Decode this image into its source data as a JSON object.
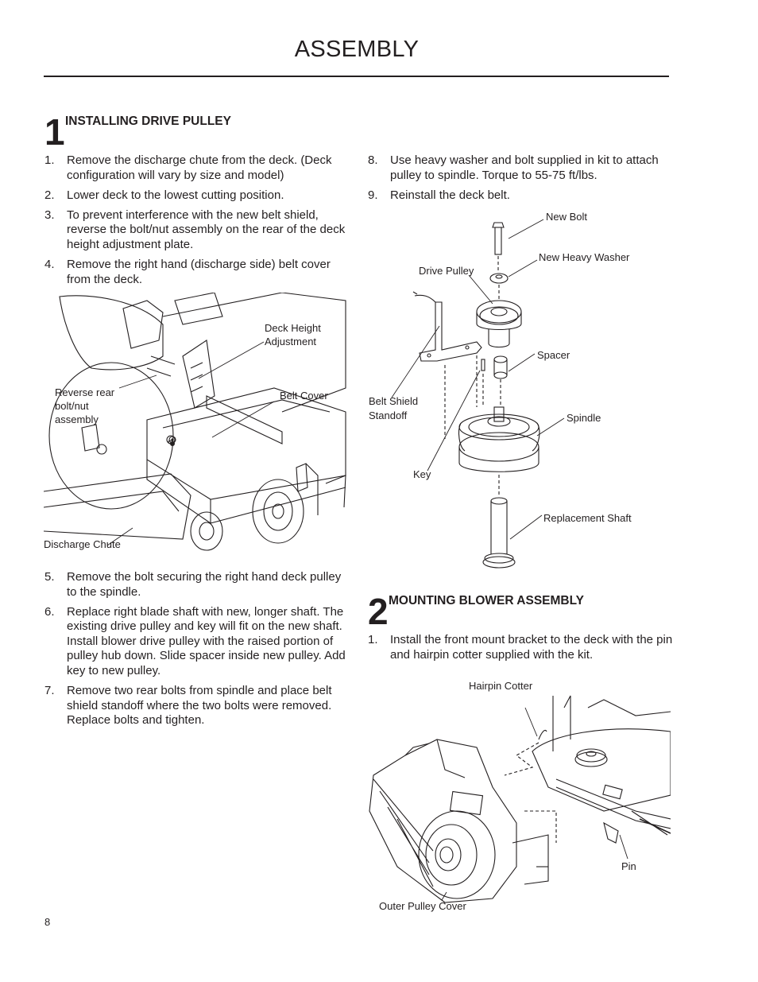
{
  "header": {
    "title": "ASSEMBLY"
  },
  "section1": {
    "number": "1",
    "title": "INSTALLING DRIVE PULLEY",
    "steps_a": [
      {
        "n": "1.",
        "text": "Remove the discharge chute from the deck. (Deck configuration will vary by size and model)"
      },
      {
        "n": "2.",
        "text": "Lower deck to the lowest cutting position."
      },
      {
        "n": "3.",
        "text": "To prevent interference with the new belt shield, reverse the bolt/nut assembly on the rear of the deck height adjustment plate."
      },
      {
        "n": "4.",
        "text": "Remove the right hand (discharge side) belt cover from the deck."
      }
    ],
    "figure1_labels": {
      "deck_height": [
        "Deck Height",
        "Adjustment"
      ],
      "belt_cover": "Belt Cover",
      "reverse_bolt": [
        "Reverse rear",
        "bolt/nut",
        "assembly"
      ],
      "discharge_chute": "Discharge Chute"
    },
    "steps_b": [
      {
        "n": "5.",
        "text": "Remove the bolt securing the right hand deck pulley to the spindle."
      },
      {
        "n": "6.",
        "text": "Replace right blade shaft with new, longer shaft. The existing drive pulley and key will fit on the new shaft. Install blower drive pulley with the raised portion of pulley hub down. Slide spacer inside new pulley. Add key to new pulley."
      },
      {
        "n": "7.",
        "text": "Remove two rear bolts from spindle and place belt shield standoff where the two bolts were removed. Replace bolts and tighten."
      }
    ],
    "steps_c": [
      {
        "n": "8.",
        "text": "Use heavy washer and bolt supplied in kit to attach pulley to spindle. Torque to 55-75 ft/lbs."
      },
      {
        "n": "9.",
        "text": "Reinstall the deck belt."
      }
    ],
    "figure2_labels": {
      "new_bolt": "New Bolt",
      "new_heavy_washer": "New Heavy Washer",
      "drive_pulley": "Drive Pulley",
      "spacer": "Spacer",
      "belt_shield_standoff": [
        "Belt Shield",
        "Standoff"
      ],
      "spindle": "Spindle",
      "key": "Key",
      "replacement_shaft": "Replacement Shaft"
    }
  },
  "section2": {
    "number": "2",
    "title": "MOUNTING BLOWER ASSEMBLY",
    "steps": [
      {
        "n": "1.",
        "text": "Install the front mount bracket to the deck with the pin and hairpin cotter supplied with the kit."
      }
    ],
    "figure3_labels": {
      "hairpin_cotter": "Hairpin Cotter",
      "pin": "Pin",
      "outer_pulley_cover": "Outer Pulley Cover"
    }
  },
  "footer": {
    "page_number": "8"
  }
}
